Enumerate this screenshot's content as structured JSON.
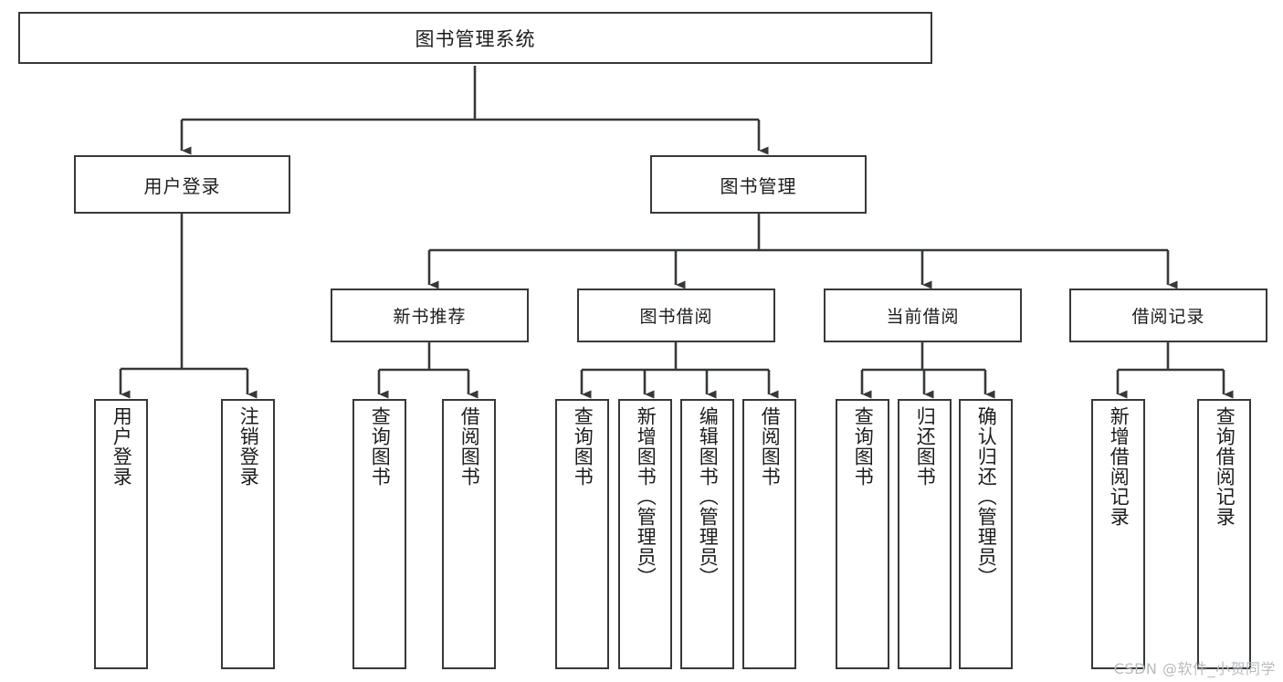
{
  "diagram": {
    "title": "图书管理系统",
    "watermark": "CSDN @软件_小贺同学",
    "line_color": "#37383a",
    "box_fill": "#ffffff",
    "text_color": "#1c1c1c"
  },
  "root": {
    "label": "图书管理系统"
  },
  "level1": [
    {
      "label": "用户登录"
    },
    {
      "label": "图书管理"
    }
  ],
  "level2": [
    {
      "label": "新书推荐"
    },
    {
      "label": "图书借阅"
    },
    {
      "label": "当前借阅"
    },
    {
      "label": "借阅记录"
    }
  ],
  "leaves": {
    "user_login": [
      {
        "label": "用户登录"
      },
      {
        "label": "注销登录"
      }
    ],
    "new_book": [
      {
        "label": "查询图书"
      },
      {
        "label": "借阅图书"
      }
    ],
    "book_borrow": [
      {
        "label": "查询图书"
      },
      {
        "label": "新增图书（管理员）"
      },
      {
        "label": "编辑图书（管理员）"
      },
      {
        "label": "借阅图书"
      }
    ],
    "current_borrow": [
      {
        "label": "查询图书"
      },
      {
        "label": "归还图书"
      },
      {
        "label": "确认归还（管理员）"
      }
    ],
    "borrow_record": [
      {
        "label": "新增借阅记录"
      },
      {
        "label": "查询借阅记录"
      }
    ]
  }
}
